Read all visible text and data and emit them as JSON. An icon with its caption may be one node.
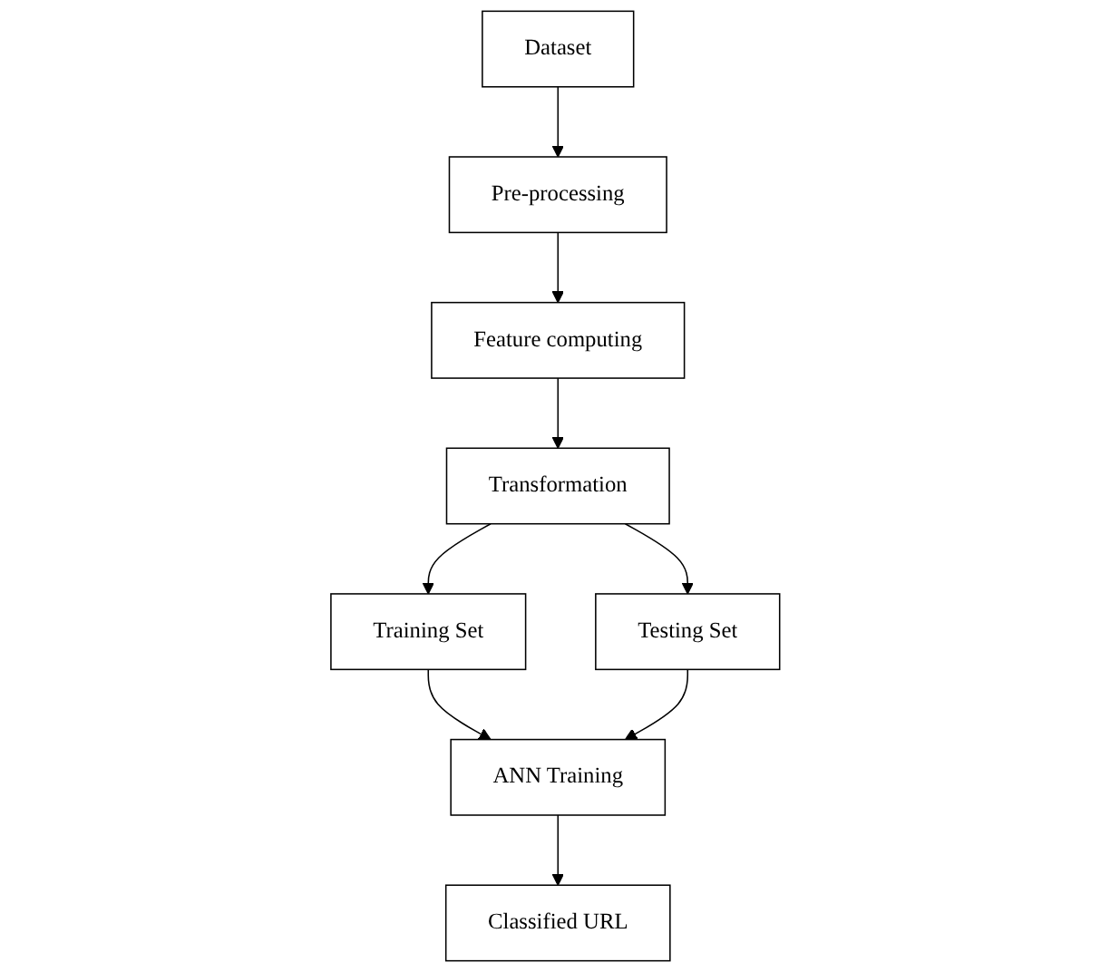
{
  "diagram": {
    "nodes": [
      {
        "text": [
          "Dataset"
        ]
      },
      {
        "text": [
          "Pre-processing"
        ]
      },
      {
        "text": [
          "Feature computing"
        ]
      },
      {
        "text": [
          "Transformation"
        ]
      },
      {
        "text": [
          "Testing Set"
        ]
      },
      {
        "text": [
          "Training Set"
        ]
      },
      {
        "text": [
          "ANN Training"
        ]
      },
      {
        "text": [
          "Classified URL"
        ]
      }
    ],
    "edges": [
      {
        "from": 0,
        "to": 1,
        "arrow": "to"
      },
      {
        "from": 1,
        "to": 2,
        "arrow": "to"
      },
      {
        "from": 2,
        "to": 3,
        "arrow": "to"
      },
      {
        "from": 3,
        "to": 4,
        "arrow": "to"
      },
      {
        "from": 3,
        "to": 5,
        "arrow": "to"
      },
      {
        "from": 5,
        "to": 6,
        "arrow": "to"
      },
      {
        "from": 4,
        "to": 6,
        "arrow": "to"
      },
      {
        "from": 6,
        "to": 7,
        "arrow": "to"
      }
    ]
  }
}
